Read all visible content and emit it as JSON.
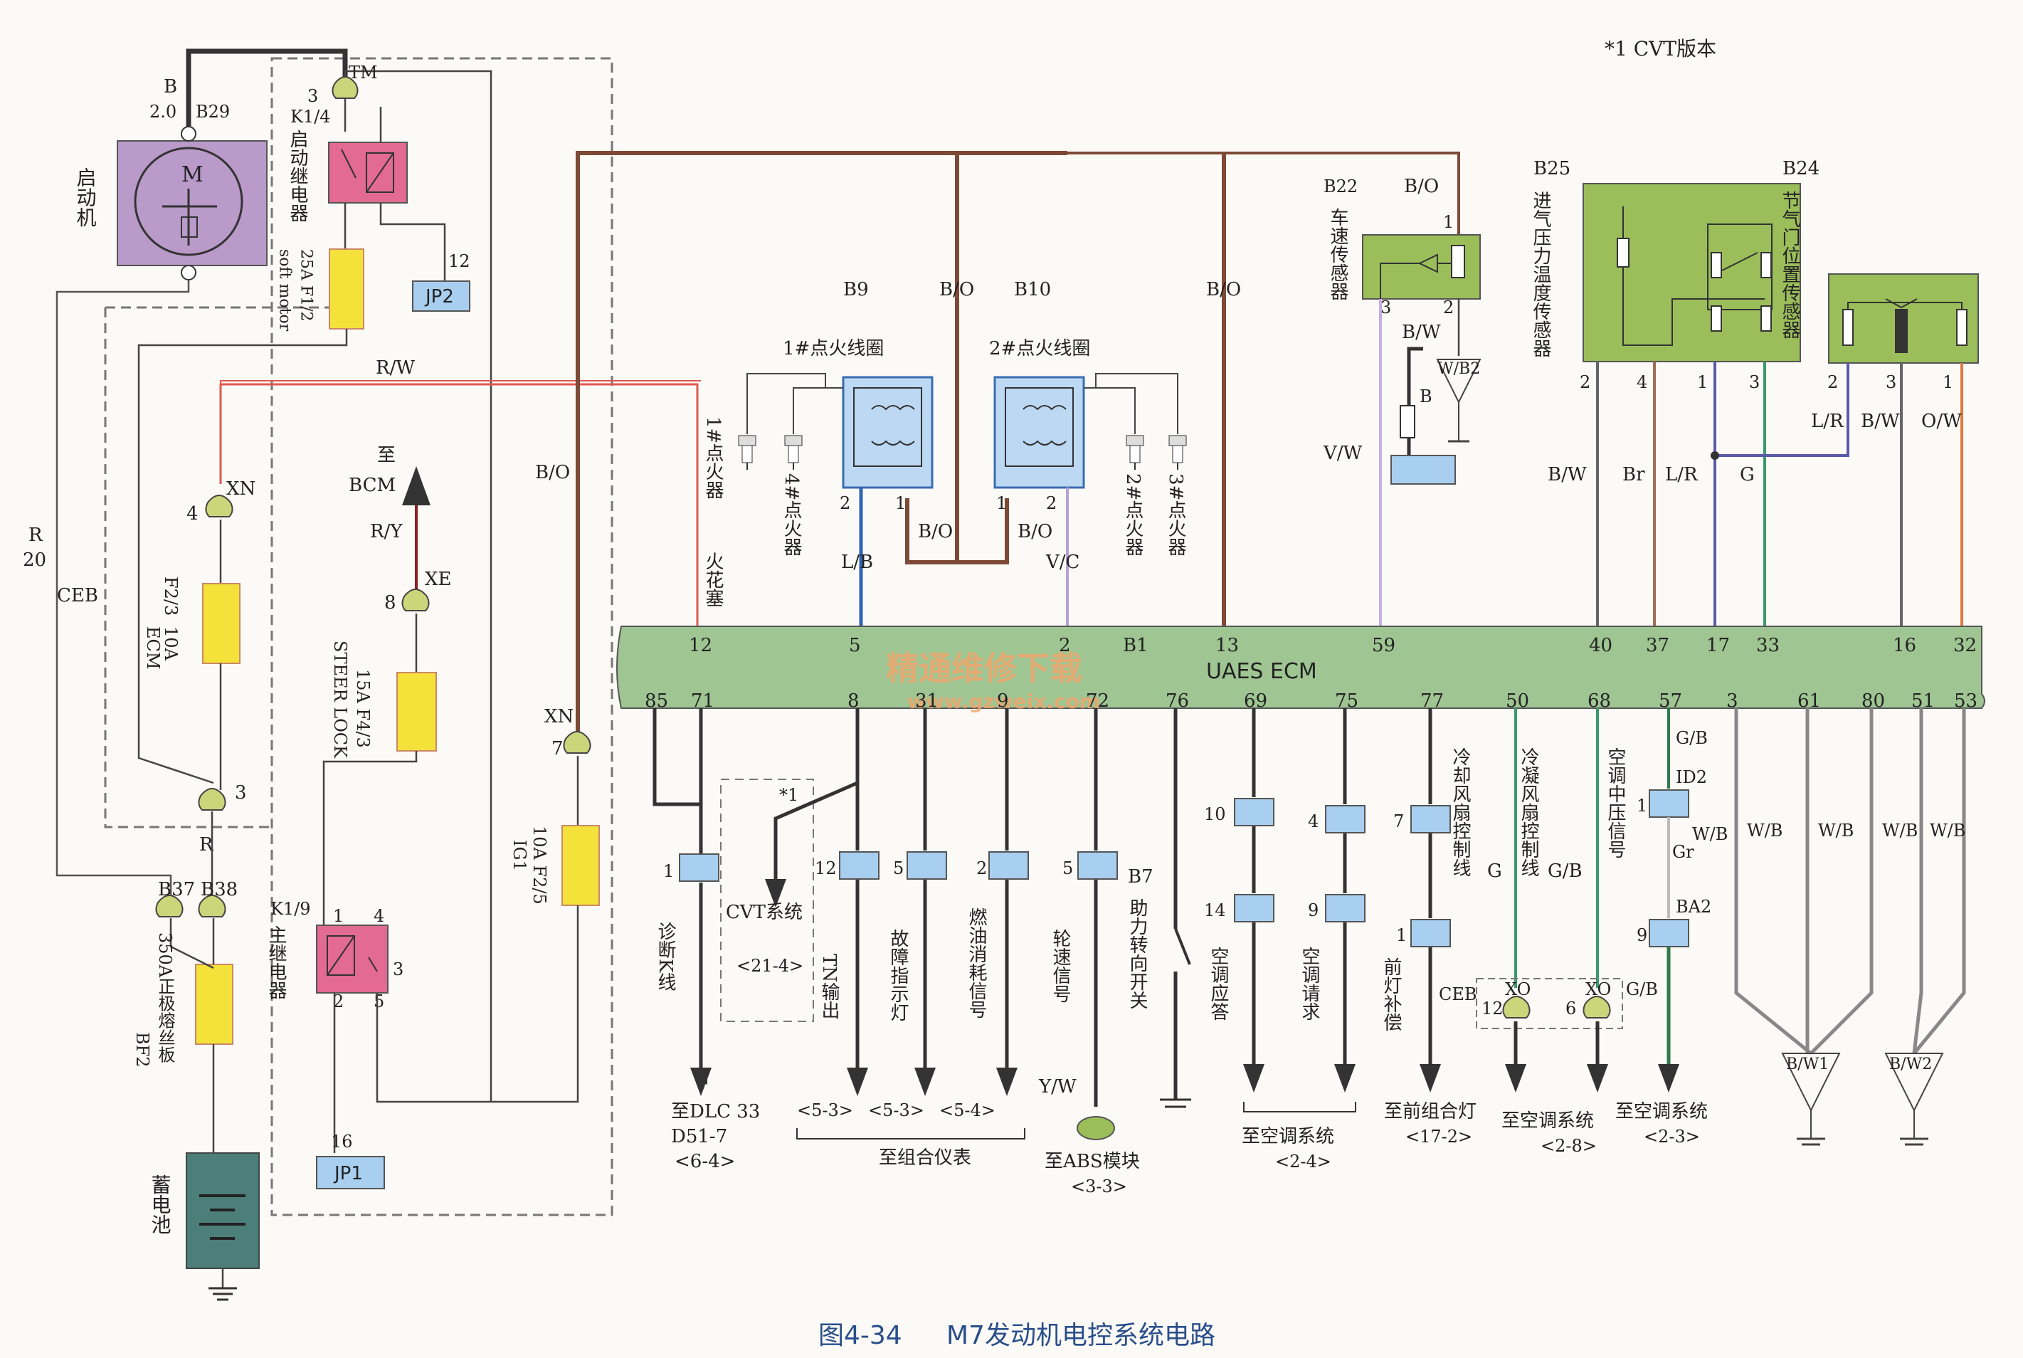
{
  "note": "*1 CVT版本",
  "caption": {
    "fig": "图4-34",
    "title": "M7发动机电控系统电路"
  },
  "ecm": {
    "name": "UAES ECM",
    "top_pins": [
      "12",
      "5",
      "2",
      "B1",
      "13",
      "59",
      "40",
      "37",
      "17",
      "33",
      "16",
      "32"
    ],
    "bottom_pins": [
      "85",
      "71",
      "8",
      "31",
      "9",
      "72",
      "76",
      "69",
      "75",
      "77",
      "50",
      "68",
      "57",
      "3",
      "61",
      "80",
      "51",
      "53"
    ]
  },
  "watermark": {
    "line1": "精通维修下载",
    "line2": "www.gzweix.com"
  },
  "starter": {
    "label": "启动机",
    "motor": "M",
    "wire": "B",
    "gauge": "2.0",
    "id": "B29",
    "wire_left": "R",
    "wire_left_gauge": "20",
    "ceb": "CEB"
  },
  "start_relay": {
    "pin": "3",
    "conn": "TM",
    "id": "K1/4",
    "label": "启动继电器",
    "fuse_label": "soft motor",
    "fuse_id": "25A F1/2",
    "jp": "JP2",
    "jp_pin": "12"
  },
  "rw_wire": "R/W",
  "ecm_fuse": {
    "conn": "XN",
    "pin": "4",
    "id": "F2/3",
    "label": "ECM",
    "rating": "10A"
  },
  "steer_lock": {
    "to": "至",
    "bcm": "BCM",
    "wire": "R/Y",
    "conn": "XE",
    "pin": "8",
    "label": "STEER LOCK",
    "fuse": "15A F4/3"
  },
  "ig1": {
    "conn": "XN",
    "pin": "7",
    "label": "IG1",
    "fuse": "10A F2/5",
    "wire": "B/O"
  },
  "junction": {
    "pin": "3",
    "wire": "R"
  },
  "battery_fuse": {
    "c1": "B37",
    "c2": "B38",
    "id": "BF2",
    "label": "350A正极熔丝板"
  },
  "main_relay": {
    "id": "K1/9",
    "label": "主继电器",
    "p1": "1",
    "p2": "2",
    "p3": "3",
    "p4": "4",
    "p5": "5",
    "jp": "JP1",
    "jp_pin": "16"
  },
  "battery": {
    "label": "蓄电池"
  },
  "coils": {
    "b9": "B9",
    "b9_label": "1#点火线圈",
    "b10": "B10",
    "b10_label": "2#点火线圈",
    "bo": "B/O",
    "lb": "L/B",
    "vc": "V/C",
    "p1": "1",
    "p2": "2",
    "plug1": "1#点火器",
    "plug4": "4#点火器",
    "plug2": "2#点火器",
    "plug3": "3#点火器",
    "spark": "火花塞"
  },
  "vss": {
    "id": "B22",
    "label": "车速传感器",
    "wire_top": "B/O",
    "p1": "1",
    "p2": "2",
    "p3": "3",
    "bw": "B/W",
    "b": "B",
    "gnd": "W/B2",
    "vw": "V/W"
  },
  "map_sensor": {
    "id": "B25",
    "label": "进气压力温度传感器",
    "pins": [
      "2",
      "4",
      "1",
      "3"
    ],
    "wires": [
      "B/W",
      "Br",
      "L/R",
      "G"
    ]
  },
  "tps": {
    "id": "B24",
    "label": "节气门位置传感器",
    "pins": [
      "2",
      "3",
      "1"
    ],
    "wires": [
      "L/R",
      "B/W",
      "O/W"
    ]
  },
  "outputs": {
    "dlc": {
      "pin": "1",
      "label": "诊断K线",
      "to": "至DLC 33",
      "ref1": "D51-7",
      "ref2": "<6-4>"
    },
    "cvt": {
      "mark": "*1",
      "label": "CVT系统",
      "ref": "<21-4>"
    },
    "tn": {
      "pin": "12",
      "label": "TN输出",
      "ref": "<5-3>"
    },
    "mil": {
      "pin": "5",
      "label": "故障指示灯",
      "ref": "<5-3>"
    },
    "fuel": {
      "pin": "2",
      "label": "燃油消耗信号",
      "ref": "<5-4>"
    },
    "cluster": "至组合仪表",
    "speed": {
      "pin": "5",
      "label": "轮速信号",
      "wire": "Y/W",
      "to": "至ABS模块",
      "ref": "<3-3>"
    },
    "ps": {
      "id": "B7",
      "label": "助力转向开关"
    },
    "ac_resp": {
      "pin_a": "10",
      "pin_b": "14",
      "label": "空调应答"
    },
    "ac_req": {
      "pin_a": "4",
      "pin_b": "9",
      "label": "空调请求"
    },
    "ac_group": {
      "to": "至空调系统",
      "ref": "<2-4>"
    },
    "fan": {
      "pin_a": "7",
      "pin_b": "1",
      "label1": "冷却风扇控制线",
      "label2": "前灯补偿",
      "ceb": "CEB",
      "to": "至前组合灯",
      "ref": "<17-2>"
    },
    "cond": {
      "label": "冷凝风扇控制线",
      "g": "G",
      "gb": "G/B",
      "xo1": "XO",
      "xo2": "XO",
      "p12": "12",
      "p6": "6",
      "to": "至空调系统",
      "ref": "<2-8>"
    },
    "acp": {
      "label": "空调中压信号",
      "gb": "G/B",
      "gb2": "G/B",
      "id2": "ID2",
      "ba2": "BA2",
      "p1": "1",
      "p9": "9",
      "wb": "W/B",
      "gr": "Gr",
      "to": "至空调系统",
      "ref": "<2-3>"
    },
    "ground": {
      "wb": "W/B",
      "g1": "B/W1",
      "g2": "B/W2"
    }
  },
  "colors": {
    "ecm": "#9fc592",
    "relay": "#e26a93",
    "fuse": "#f4e23a",
    "connector": "#c9d67a",
    "jp": "#a9cff0",
    "coil": "#bcd8f2",
    "starter": "#b99ac9",
    "battery": "#4d7f7a",
    "sensor": "#9bbd5a",
    "brown": "#7d4a36",
    "red": "#e2584f",
    "gray": "#6a6a6a"
  }
}
